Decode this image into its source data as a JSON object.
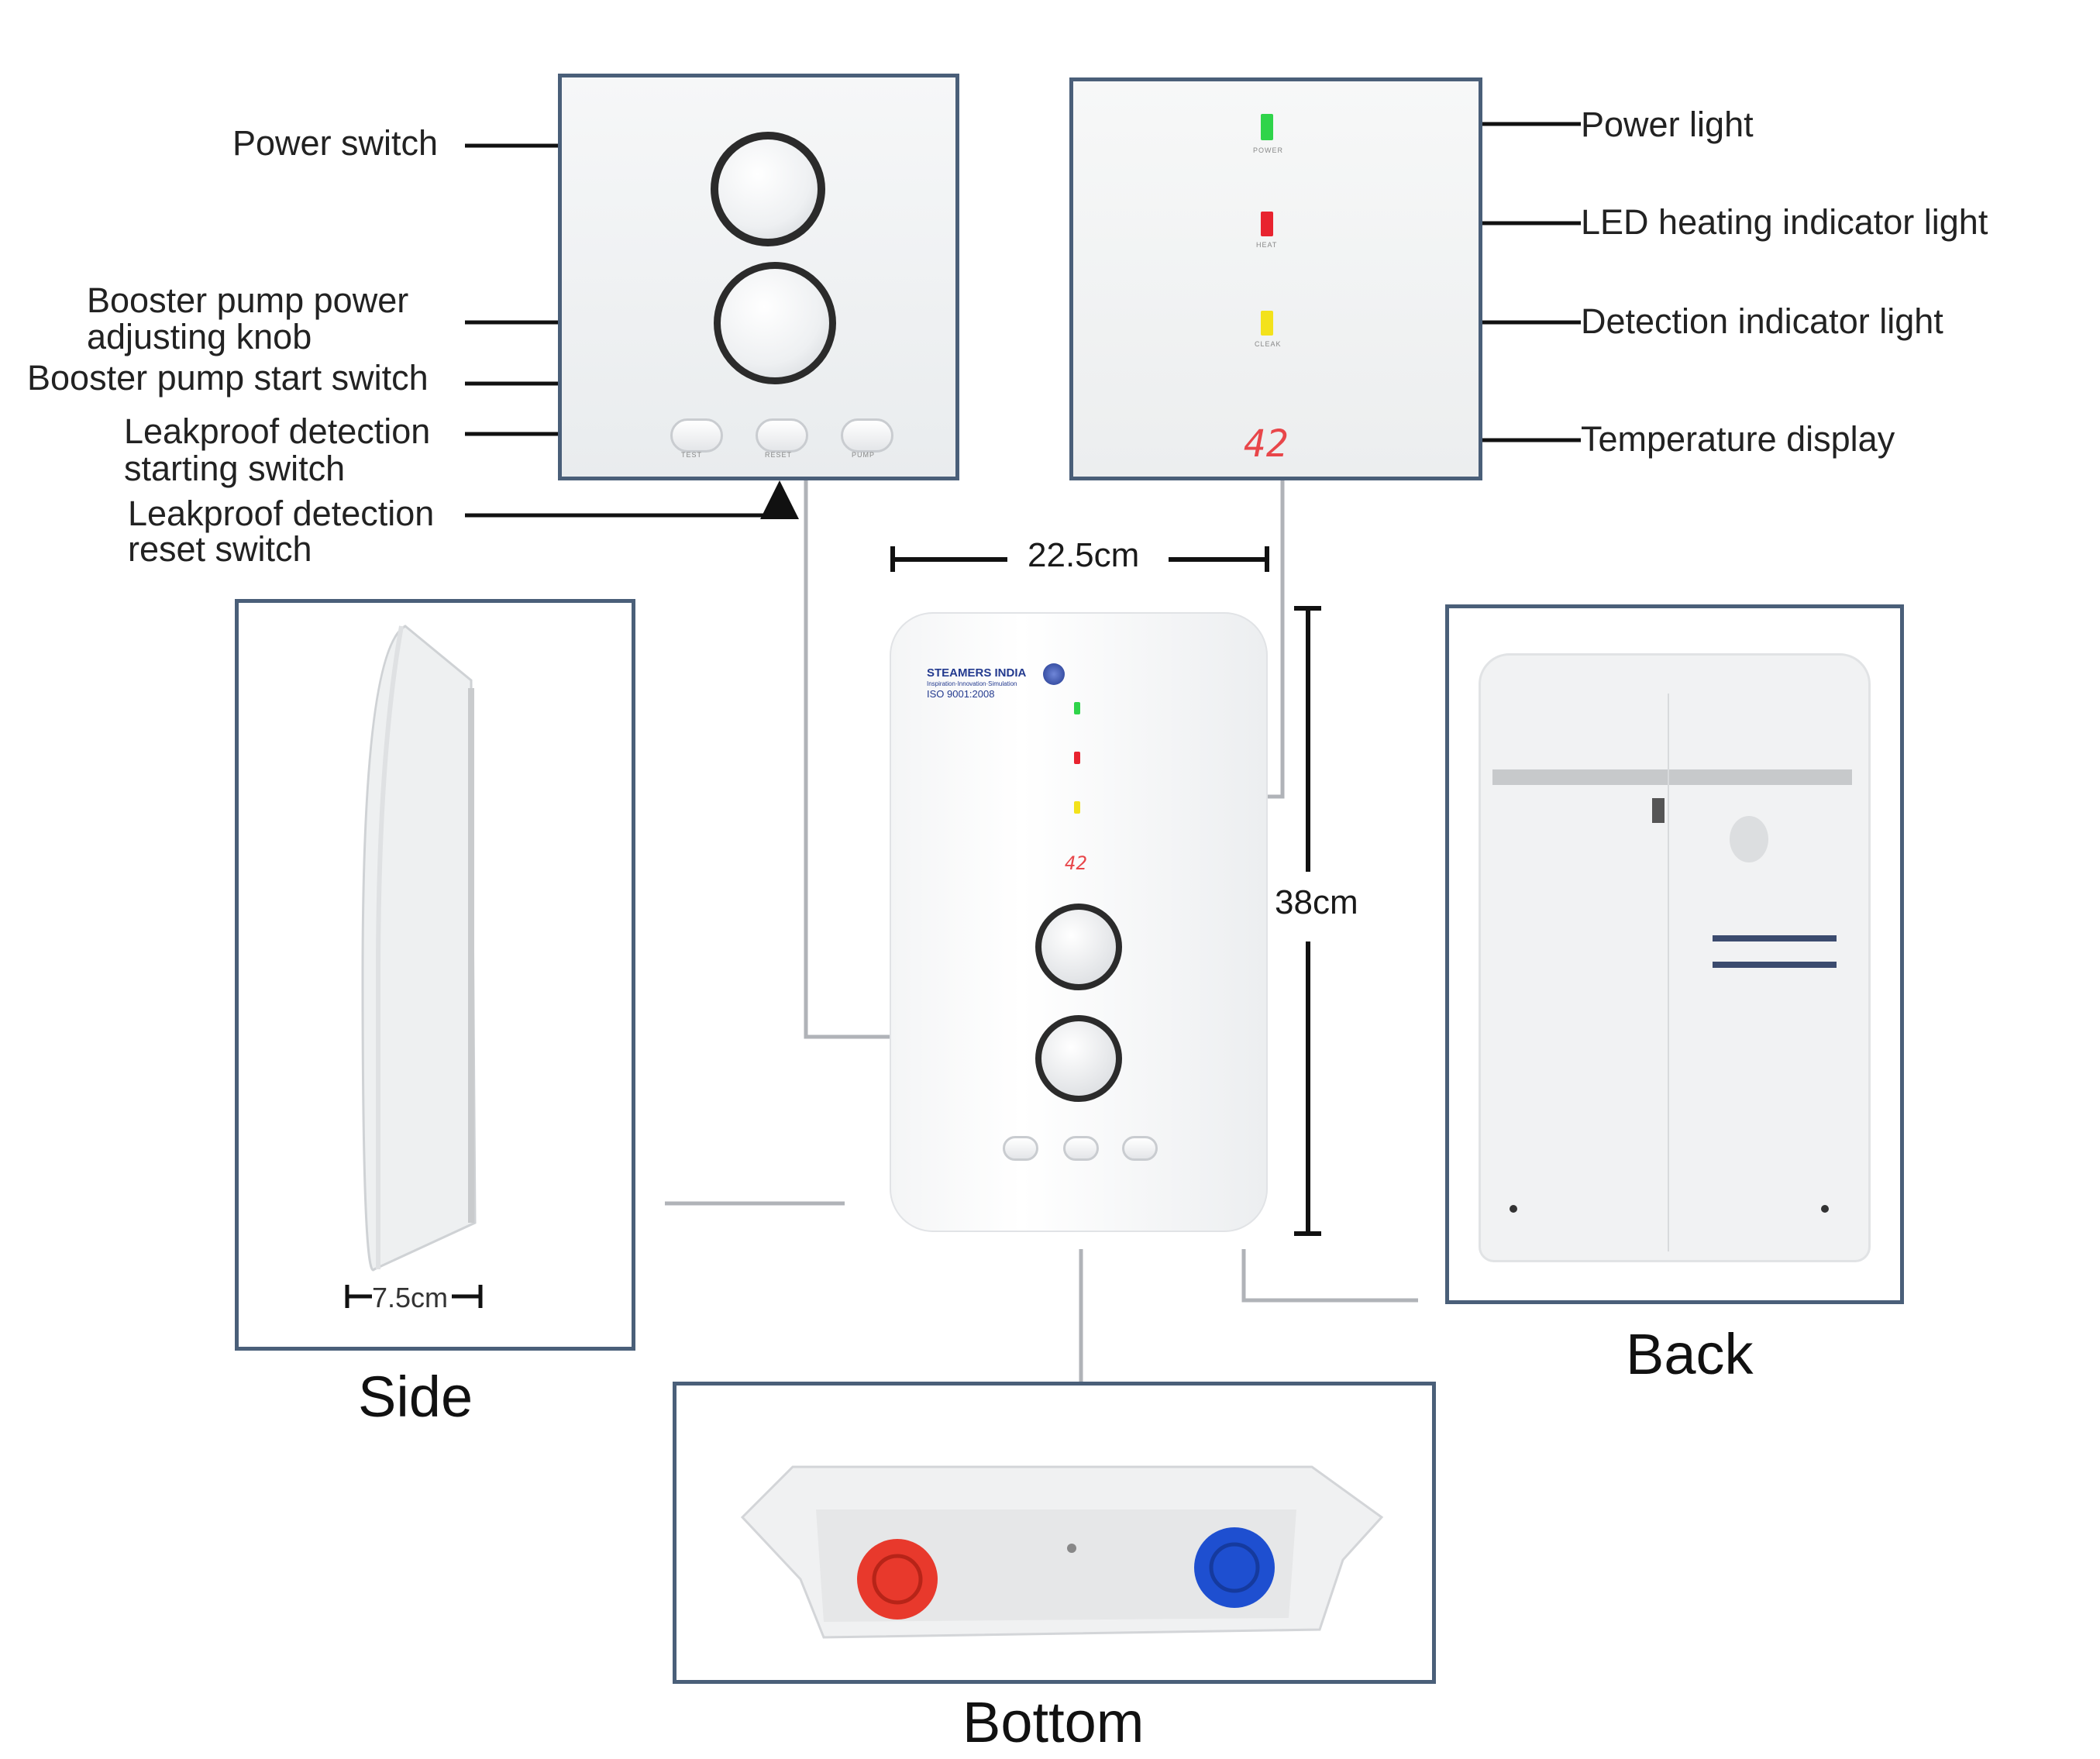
{
  "callouts": {
    "power_switch": "Power switch",
    "booster_knob_line1": "Booster pump power",
    "booster_knob_line2": "adjusting knob",
    "booster_start": "Booster pump start switch",
    "leak_start_line1": "Leakproof detection",
    "leak_start_line2": "starting switch",
    "leak_reset_line1": "Leakproof detection",
    "leak_reset_line2": "reset switch",
    "power_light": "Power light",
    "led_heating": "LED heating indicator light",
    "detection_light": "Detection indicator light",
    "temperature_display": "Temperature display"
  },
  "dimensions": {
    "width": "22.5cm",
    "height": "38cm",
    "depth": "7.5cm"
  },
  "views": {
    "side": "Side",
    "back": "Back",
    "bottom": "Bottom"
  },
  "display_value": "42",
  "watermark": {
    "name": "STEAMERS INDIA",
    "tagline": "Inspiration·Innovation·Simulation",
    "iso": "ISO 9001:2008"
  },
  "button_labels": [
    "TEST",
    "RESET",
    "PUMP"
  ],
  "led_labels": [
    "POWER",
    "HEAT",
    "CLEAK"
  ],
  "colors": {
    "frame": "#4a5f79",
    "power_led": "#2fd44a",
    "heat_led": "#e8232f",
    "detect_led": "#f3e21b",
    "display": "#e8464a",
    "hot_inlet": "#e8392c",
    "cold_inlet": "#1e4fd0"
  }
}
